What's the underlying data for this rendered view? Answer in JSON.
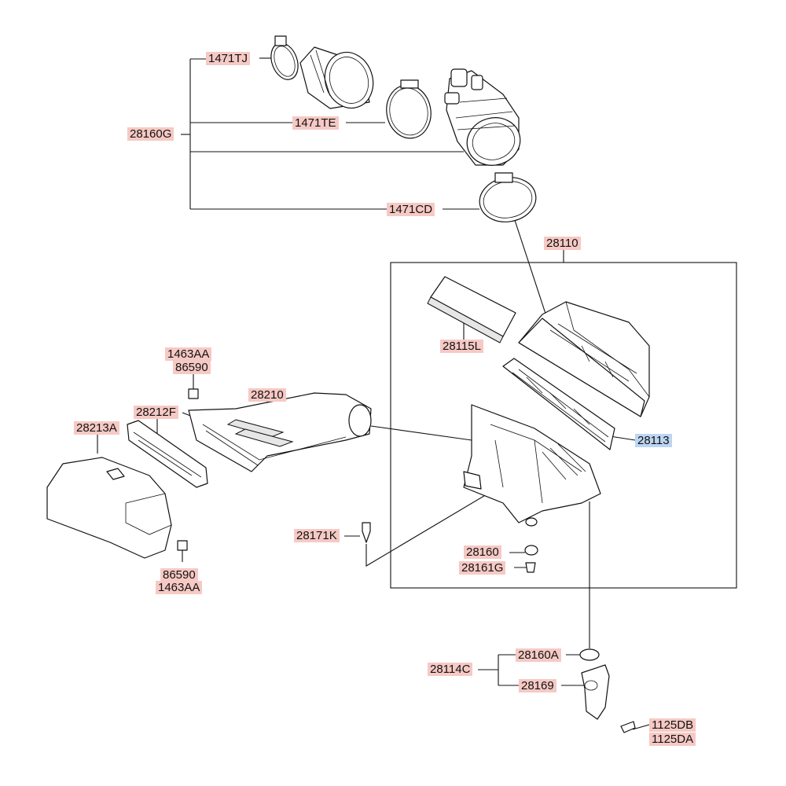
{
  "labels": {
    "l1471TJ": "1471TJ",
    "l28160G": "28160G",
    "l1471TE": "1471TE",
    "l1471CD": "1471CD",
    "l28110": "28110",
    "l28115L": "28115L",
    "l28113": "28113",
    "l1463AA_top": "1463AA",
    "l86590_top": "86590",
    "l28210": "28210",
    "l28212F": "28212F",
    "l28213A": "28213A",
    "l28171K": "28171K",
    "l28160": "28160",
    "l28161G": "28161G",
    "l86590_bot": "86590",
    "l1463AA_bot": "1463AA",
    "l28114C": "28114C",
    "l28160A": "28160A",
    "l28169": "28169",
    "l1125DB": "1125DB",
    "l1125DA": "1125DA"
  },
  "colors": {
    "label_highlight": "#f6c9c4",
    "selected_highlight": "#bcd6f2",
    "line": "#111111"
  }
}
